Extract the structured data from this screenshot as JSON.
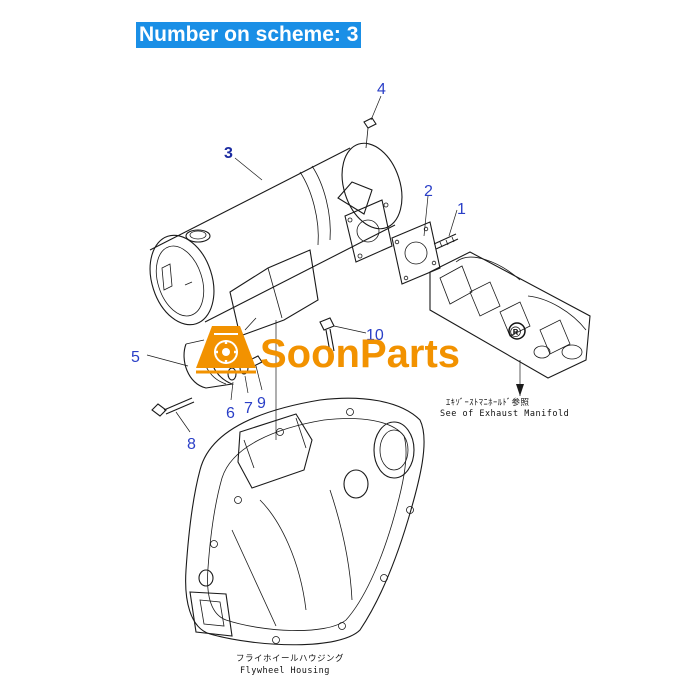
{
  "header": {
    "title": "Number on scheme: 3"
  },
  "callouts": {
    "c1": "1",
    "c2": "2",
    "c3": "3",
    "c4": "4",
    "c5": "5",
    "c6": "6",
    "c7": "7",
    "c8": "8",
    "c9": "9",
    "c10": "10"
  },
  "notes": {
    "exhaust_jp": "ｴｷｿﾞｰｽﾄﾏﾆﾎｰﾙﾄﾞ参照",
    "exhaust_en": "See of Exhaust Manifold",
    "flywheel_jp": "フライホイールハウジング",
    "flywheel_en": "Flywheel Housing"
  },
  "watermark": {
    "brand": "SoonParts",
    "registered": "®"
  },
  "colors": {
    "title_bg": "#1a8fe6",
    "callout": "#2a3fc7",
    "brand": "#f29200"
  }
}
